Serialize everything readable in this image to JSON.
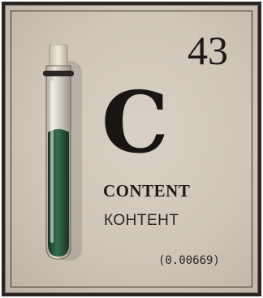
{
  "element": {
    "number": "43",
    "symbol": "C",
    "name": "CONTENT",
    "name_russian": "КОНТЕНТ",
    "mass": "(0.00669)"
  },
  "colors": {
    "frame": "#2a2522",
    "paper": "#d6cec2",
    "ink": "#1c1916",
    "liquid": "#1f4a32"
  },
  "icons": {
    "vial": "test-tube-icon"
  }
}
